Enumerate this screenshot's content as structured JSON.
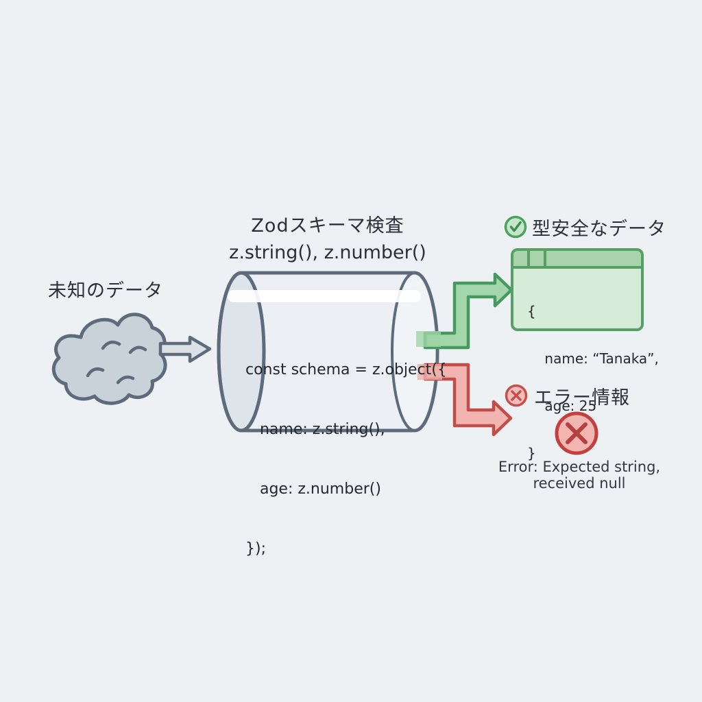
{
  "background_color": "#eef1f4",
  "neutral_color": "#5d6b7c",
  "input": {
    "label": "未知のデータ",
    "icon": "cloud"
  },
  "validator": {
    "title": "Zodスキーマ検査",
    "subtitle": "z.string(), z.number()",
    "code": {
      "line1": "const schema = z.object({",
      "line2": "   name: z.string(),",
      "line3": "   age: z.number()",
      "line4": "});"
    }
  },
  "success": {
    "label": "型安全なデータ",
    "icon": "check-circle",
    "accent_color": "#4a9c63",
    "code": {
      "line1": "{",
      "line2": "    name: “Tanaka”,",
      "line3": "    age: 25",
      "line4": "}"
    }
  },
  "error": {
    "label": "エラー情報",
    "icon": "x-circle",
    "accent_color": "#c14c48",
    "message": {
      "line1": "Error: Expected string,",
      "line2": "received null"
    }
  }
}
